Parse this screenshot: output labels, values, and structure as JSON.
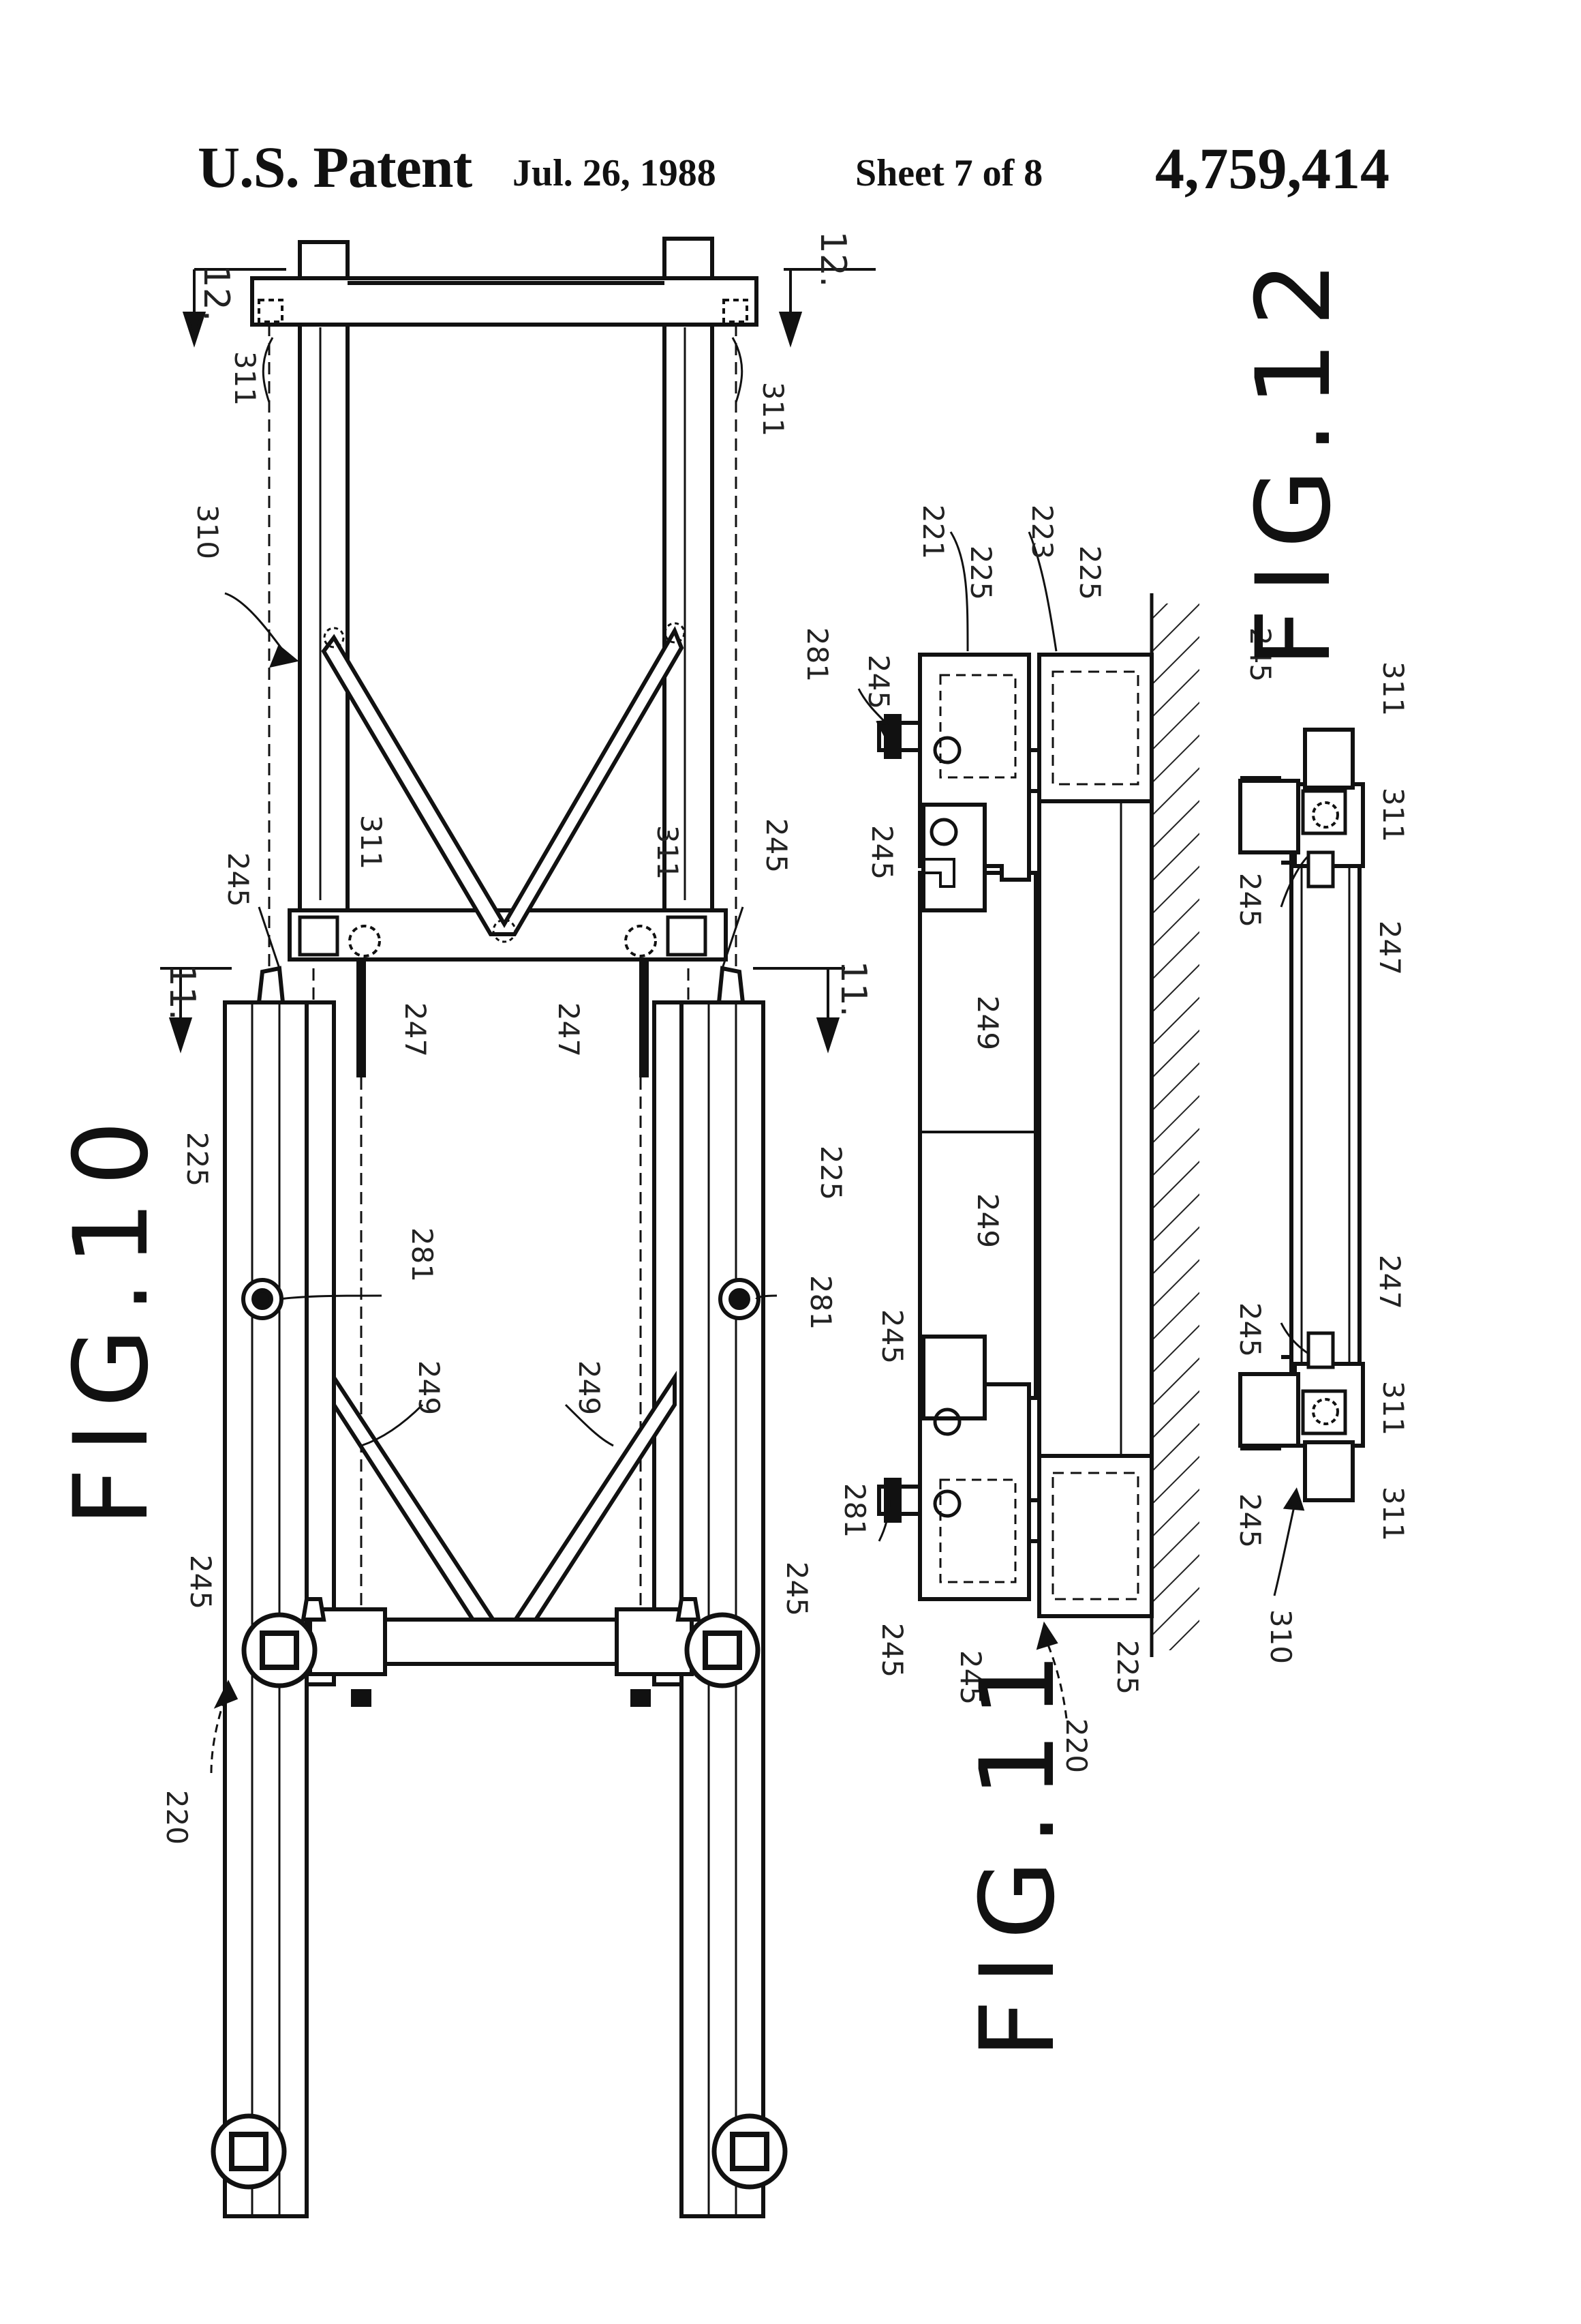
{
  "header": {
    "title": "U.S. Patent",
    "date": "Jul. 26, 1988",
    "sheet": "Sheet 7 of 8",
    "patent_number": "4,759,414"
  },
  "figures": {
    "fig10": "FIG.10",
    "fig11": "FIG.11",
    "fig12": "FIG.12"
  },
  "section_marks": {
    "s12_left": "12.",
    "s12_right": "12.",
    "s11_left": "11.",
    "s11_right": "11."
  },
  "labels": {
    "fig10": {
      "l311_tl": "311",
      "l311_tr": "311",
      "l310": "310",
      "l311_ml": "311",
      "l311_mr": "311",
      "l245_tl": "245",
      "l245_tr": "245",
      "l247_l": "247",
      "l247_r": "247",
      "l225_l": "225",
      "l225_r": "225",
      "l281_l": "281",
      "l281_r": "281",
      "l249_l": "249",
      "l249_r": "249",
      "l245_bl": "245",
      "l245_br": "245",
      "l220": "220"
    },
    "fig11": {
      "l221": "221",
      "l223": "223",
      "l225_a": "225",
      "l225_b": "225",
      "l281_t": "281",
      "l245_a": "245",
      "l245_b": "245",
      "l249_a": "249",
      "l249_b": "249",
      "l245_c": "245",
      "l245_d": "245",
      "l281_b": "281",
      "l245_e": "245",
      "l220": "220",
      "l225_c": "225"
    },
    "fig12": {
      "l245_a": "245",
      "l311_a": "311",
      "l311_b": "311",
      "l245_b": "245",
      "l247_a": "247",
      "l247_b": "247",
      "l245_c": "245",
      "l311_c": "311",
      "l245_d": "245",
      "l311_d": "311",
      "l310": "310"
    }
  }
}
